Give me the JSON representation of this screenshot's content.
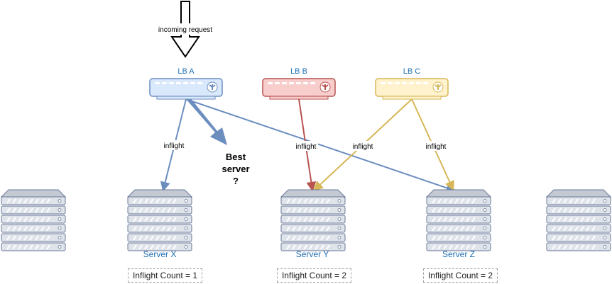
{
  "incoming": {
    "label": "incoming request"
  },
  "balancers": [
    {
      "name": "LB A",
      "fill": "#dae8fc",
      "stroke": "#6c8ebf",
      "accent": "#6c8ebf"
    },
    {
      "name": "LB B",
      "fill": "#f8cecc",
      "stroke": "#b85450",
      "accent": "#b85450"
    },
    {
      "name": "LB C",
      "fill": "#fff2cc",
      "stroke": "#d6b656",
      "accent": "#d6b656"
    }
  ],
  "servers": [
    {
      "name": "",
      "count": ""
    },
    {
      "name": "Server X",
      "count": "Inflight Count = 1"
    },
    {
      "name": "Server Y",
      "count": "Inflight Count = 2"
    },
    {
      "name": "Server Z",
      "count": "Inflight Count = 2"
    },
    {
      "name": "",
      "count": ""
    }
  ],
  "edges": {
    "lba_to_x": "inflight",
    "lbb_to_y": "inflight",
    "lbc_to_y": "inflight",
    "lbc_to_z": "inflight",
    "lba_to_z": ""
  },
  "best": {
    "line1": "Best",
    "line2": "server",
    "line3": "?"
  },
  "colors": {
    "label_blue": "#1f6fb2",
    "server_fill": "#dfe3ea",
    "server_stroke": "#6b7a99"
  }
}
